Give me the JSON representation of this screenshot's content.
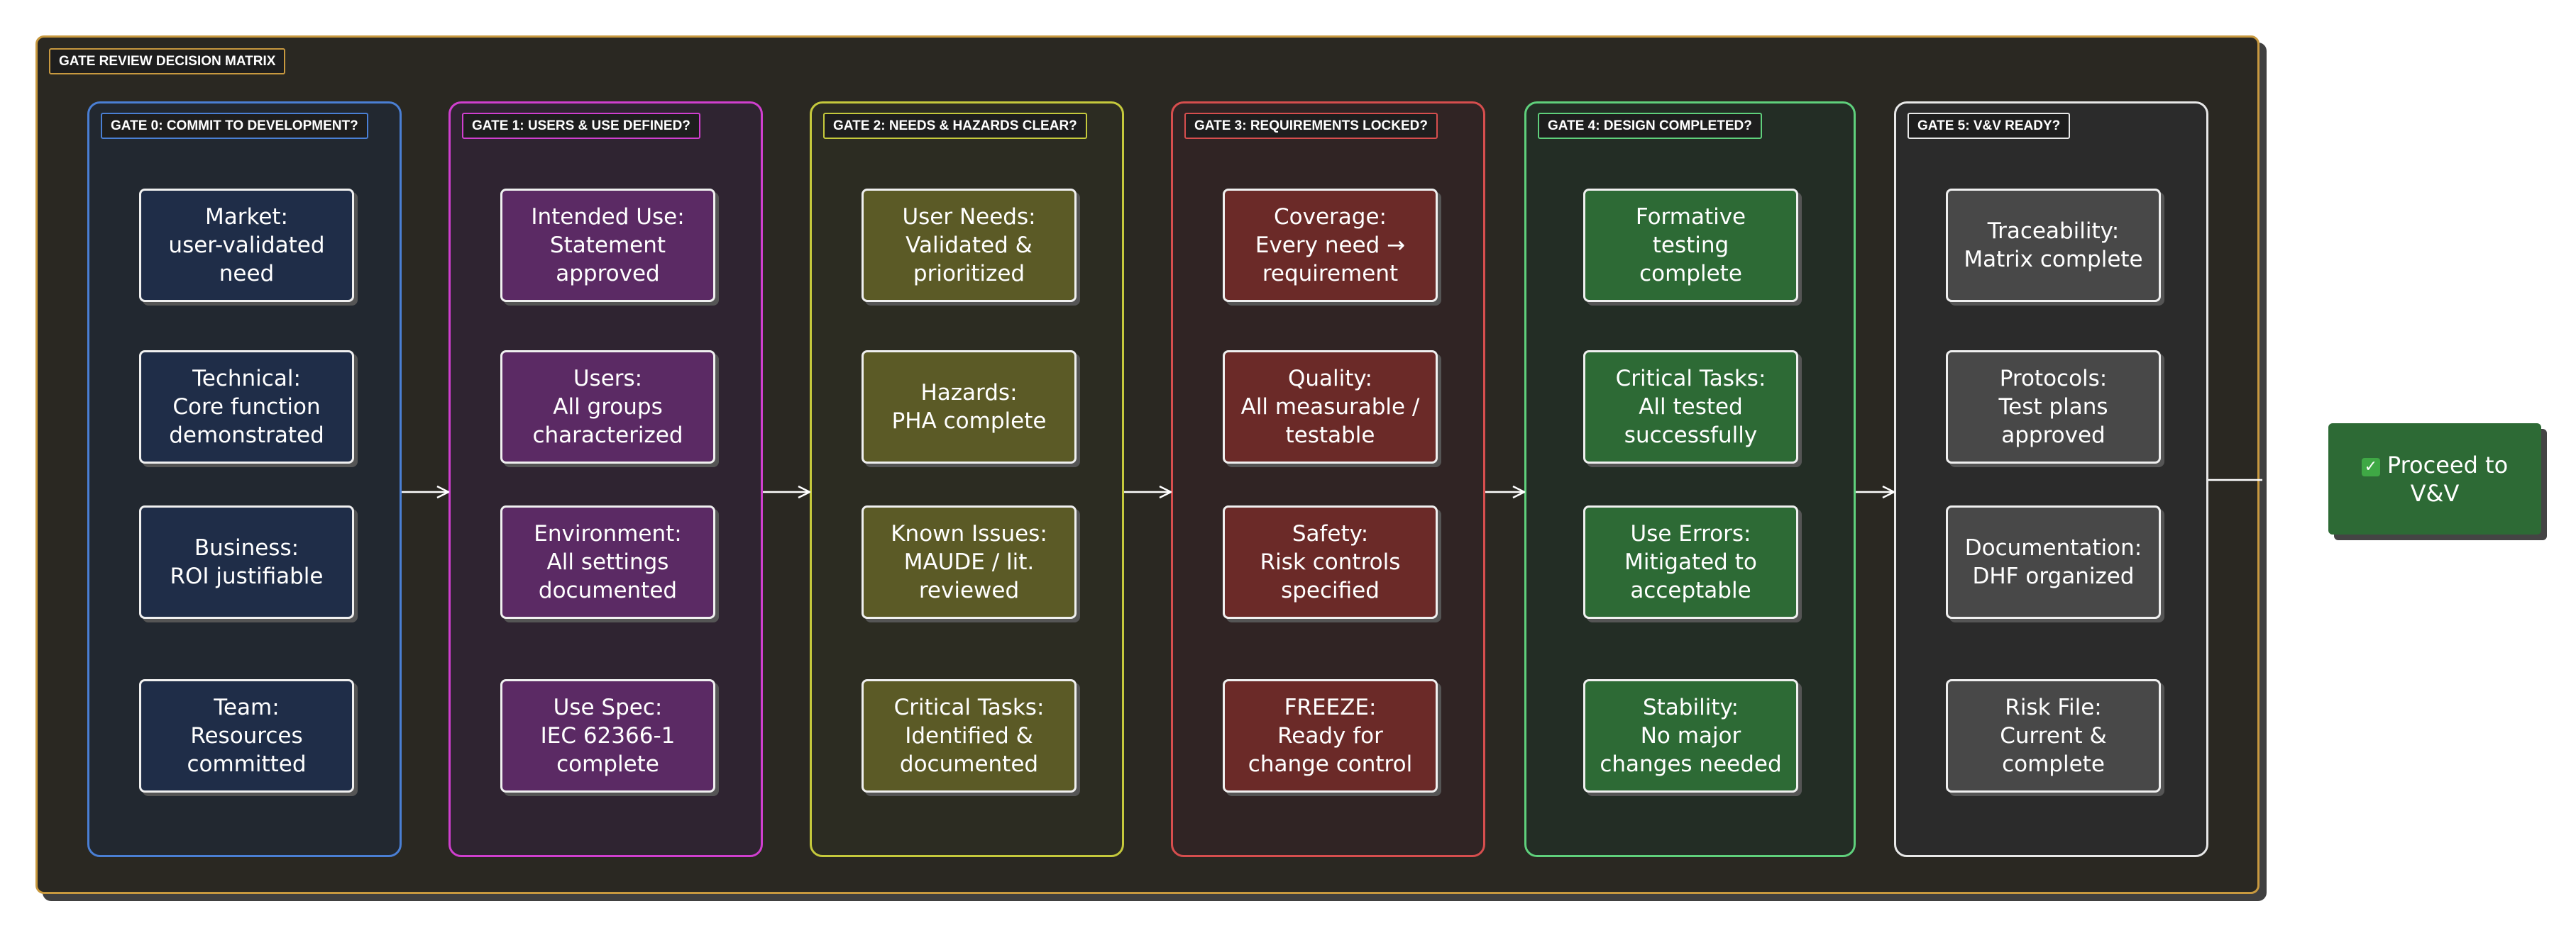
{
  "matrix": {
    "title": "GATE REVIEW DECISION MATRIX",
    "border_color": "#c8993f"
  },
  "gates": [
    {
      "title": "GATE 0: COMMIT TO DEVELOPMENT?",
      "color": "#4a7fd4",
      "fill": "#1f2d48",
      "bg": "#222830",
      "cards": [
        "Market:\nuser-validated\nneed",
        "Technical:\nCore function\ndemonstrated",
        "Business:\nROI justifiable",
        "Team:\nResources\ncommitted"
      ]
    },
    {
      "title": "GATE 1: USERS & USE DEFINED?",
      "color": "#d03fcf",
      "fill": "#5b2a64",
      "bg": "#2f2431",
      "cards": [
        "Intended Use:\nStatement\napproved",
        "Users:\nAll groups\ncharacterized",
        "Environment:\nAll settings\ndocumented",
        "Use Spec:\nIEC 62366-1\ncomplete"
      ]
    },
    {
      "title": "GATE 2: NEEDS & HAZARDS CLEAR?",
      "color": "#c5c93c",
      "fill": "#5b5a26",
      "bg": "#2c2c22",
      "cards": [
        "User Needs:\nValidated &\nprioritized",
        "Hazards:\nPHA complete",
        "Known Issues:\nMAUDE / lit.\nreviewed",
        "Critical Tasks:\nIdentified &\ndocumented"
      ]
    },
    {
      "title": "GATE 3: REQUIREMENTS LOCKED?",
      "color": "#d64e4e",
      "fill": "#6b2a28",
      "bg": "#302424",
      "cards": [
        "Coverage:\nEvery need →\nrequirement",
        "Quality:\nAll measurable /\ntestable",
        "Safety:\nRisk controls\nspecified",
        "FREEZE:\nReady for\nchange control"
      ]
    },
    {
      "title": "GATE 4: DESIGN COMPLETED?",
      "color": "#5fd07c",
      "fill": "#2d6a35",
      "bg": "#232d25",
      "cards": [
        "Formative testing\ncomplete",
        "Critical Tasks:\nAll tested\nsuccessfully",
        "Use Errors:\nMitigated to\nacceptable",
        "Stability:\nNo major\nchanges needed"
      ]
    },
    {
      "title": "GATE 5: V&V READY?",
      "color": "#e8e8e8",
      "fill": "#484848",
      "bg": "#2b2b2b",
      "cards": [
        "Traceability:\nMatrix complete",
        "Protocols:\nTest plans\napproved",
        "Documentation:\nDHF organized",
        "Risk File:\nCurrent &\ncomplete"
      ]
    }
  ],
  "outcome": {
    "label": "Proceed to V&V",
    "icon": "check-mark-icon",
    "fill": "#2d6a35"
  }
}
